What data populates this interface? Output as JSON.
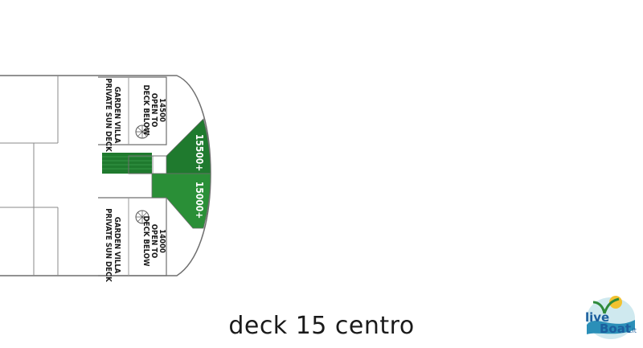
{
  "caption": "deck 15 centro",
  "suites": {
    "upper": {
      "number": "14500",
      "open_line1": "OPEN TO",
      "open_line2": "DECK BELOW",
      "name_line1": "GARDEN VILLA",
      "name_line2": "PRIVATE SUN DECK"
    },
    "lower": {
      "number": "14000",
      "open_line1": "OPEN TO",
      "open_line2": "DECK BELOW",
      "name_line1": "GARDEN VILLA",
      "name_line2": "PRIVATE SUN DECK"
    }
  },
  "highlighted_areas": [
    {
      "label": "15500+"
    },
    {
      "label": "15000+"
    }
  ],
  "logo": {
    "part1": "live",
    "part2": "Boat",
    "suffix": ".it"
  },
  "colors": {
    "green_dark": "#1f7a2e",
    "green_light": "#2e9a3c",
    "outline": "#6f6f6f",
    "text": "#1a1a1a"
  }
}
